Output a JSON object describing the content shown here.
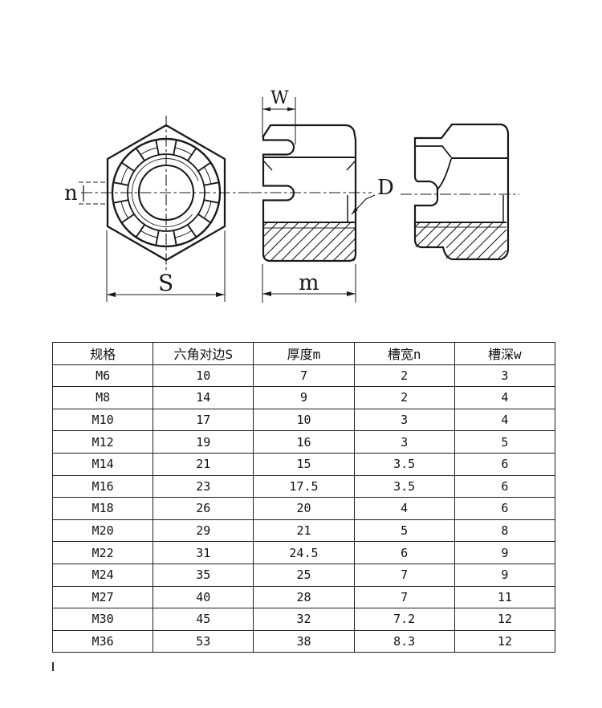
{
  "drawing": {
    "line_color": "#1a1a1a",
    "labels": {
      "n": "n",
      "s": "S",
      "w": "W",
      "m": "m",
      "d": "D"
    }
  },
  "table": {
    "headers": [
      "规格",
      "六角对边S",
      "厚度m",
      "槽宽n",
      "槽深w"
    ],
    "rows": [
      [
        "M6",
        "10",
        "7",
        "2",
        "3"
      ],
      [
        "M8",
        "14",
        "9",
        "2",
        "4"
      ],
      [
        "M10",
        "17",
        "10",
        "3",
        "4"
      ],
      [
        "M12",
        "19",
        "16",
        "3",
        "5"
      ],
      [
        "M14",
        "21",
        "15",
        "3.5",
        "6"
      ],
      [
        "M16",
        "23",
        "17.5",
        "3.5",
        "6"
      ],
      [
        "M18",
        "26",
        "20",
        "4",
        "6"
      ],
      [
        "M20",
        "29",
        "21",
        "5",
        "8"
      ],
      [
        "M22",
        "31",
        "24.5",
        "6",
        "9"
      ],
      [
        "M24",
        "35",
        "25",
        "7",
        "9"
      ],
      [
        "M27",
        "40",
        "28",
        "7",
        "11"
      ],
      [
        "M30",
        "45",
        "32",
        "7.2",
        "12"
      ],
      [
        "M36",
        "53",
        "38",
        "8.3",
        "12"
      ]
    ]
  }
}
